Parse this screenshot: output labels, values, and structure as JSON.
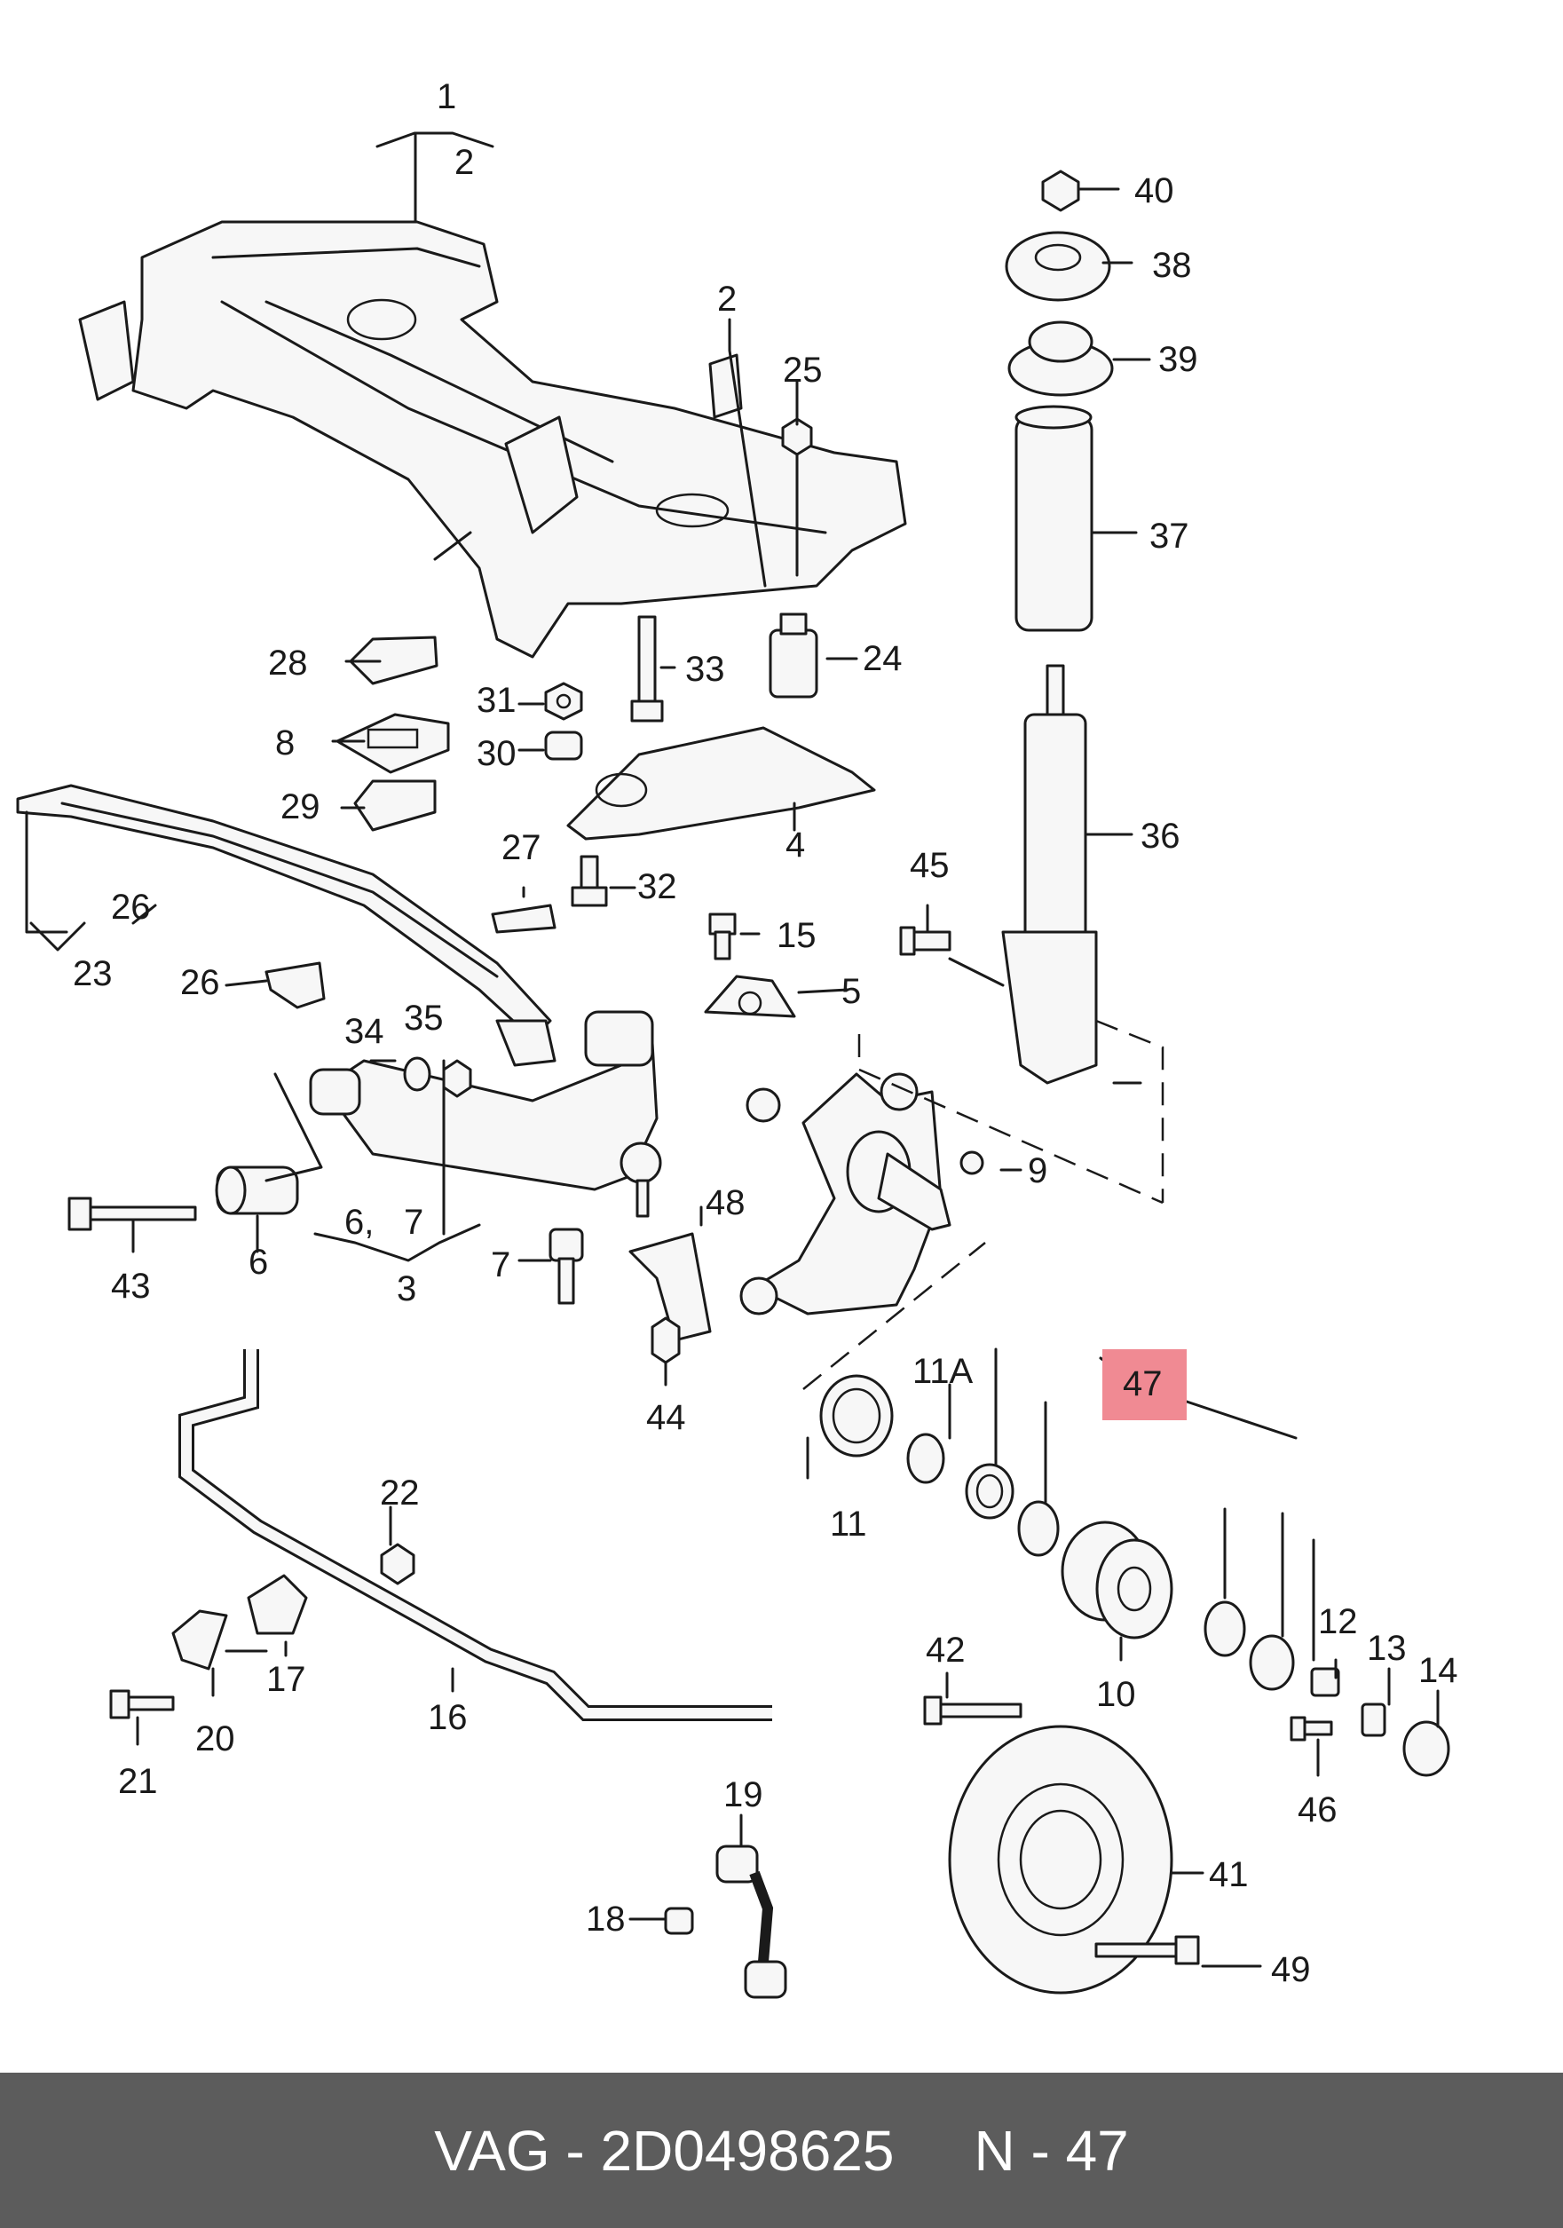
{
  "diagram": {
    "highlight_color": "#f08a93",
    "callouts": {
      "c1": "1",
      "c2a": "2",
      "c2b": "2",
      "c3": "3",
      "c4": "4",
      "c5": "5",
      "c6a": "6,",
      "c6b": "6",
      "c7a": "7",
      "c7b": "7",
      "c8": "8",
      "c9": "9",
      "c10": "10",
      "c11": "11",
      "c11A": "11A",
      "c12": "12",
      "c13": "13",
      "c14": "14",
      "c15": "15",
      "c16": "16",
      "c17": "17",
      "c18": "18",
      "c19": "19",
      "c20": "20",
      "c21": "21",
      "c22": "22",
      "c23": "23",
      "c24": "24",
      "c25": "25",
      "c26a": "26",
      "c26b": "26",
      "c27": "27",
      "c28": "28",
      "c29": "29",
      "c30": "30",
      "c31": "31",
      "c32": "32",
      "c33": "33",
      "c34": "34",
      "c35": "35",
      "c36": "36",
      "c37": "37",
      "c38": "38",
      "c39": "39",
      "c40": "40",
      "c41": "41",
      "c42": "42",
      "c43": "43",
      "c44": "44",
      "c45": "45",
      "c46": "46",
      "c47": "47",
      "c48": "48",
      "c49": "49"
    }
  },
  "footer": {
    "brand": "VAG",
    "dash": "-",
    "part_number": "2D0498625",
    "ref_prefix": "N",
    "ref_number": "47"
  }
}
